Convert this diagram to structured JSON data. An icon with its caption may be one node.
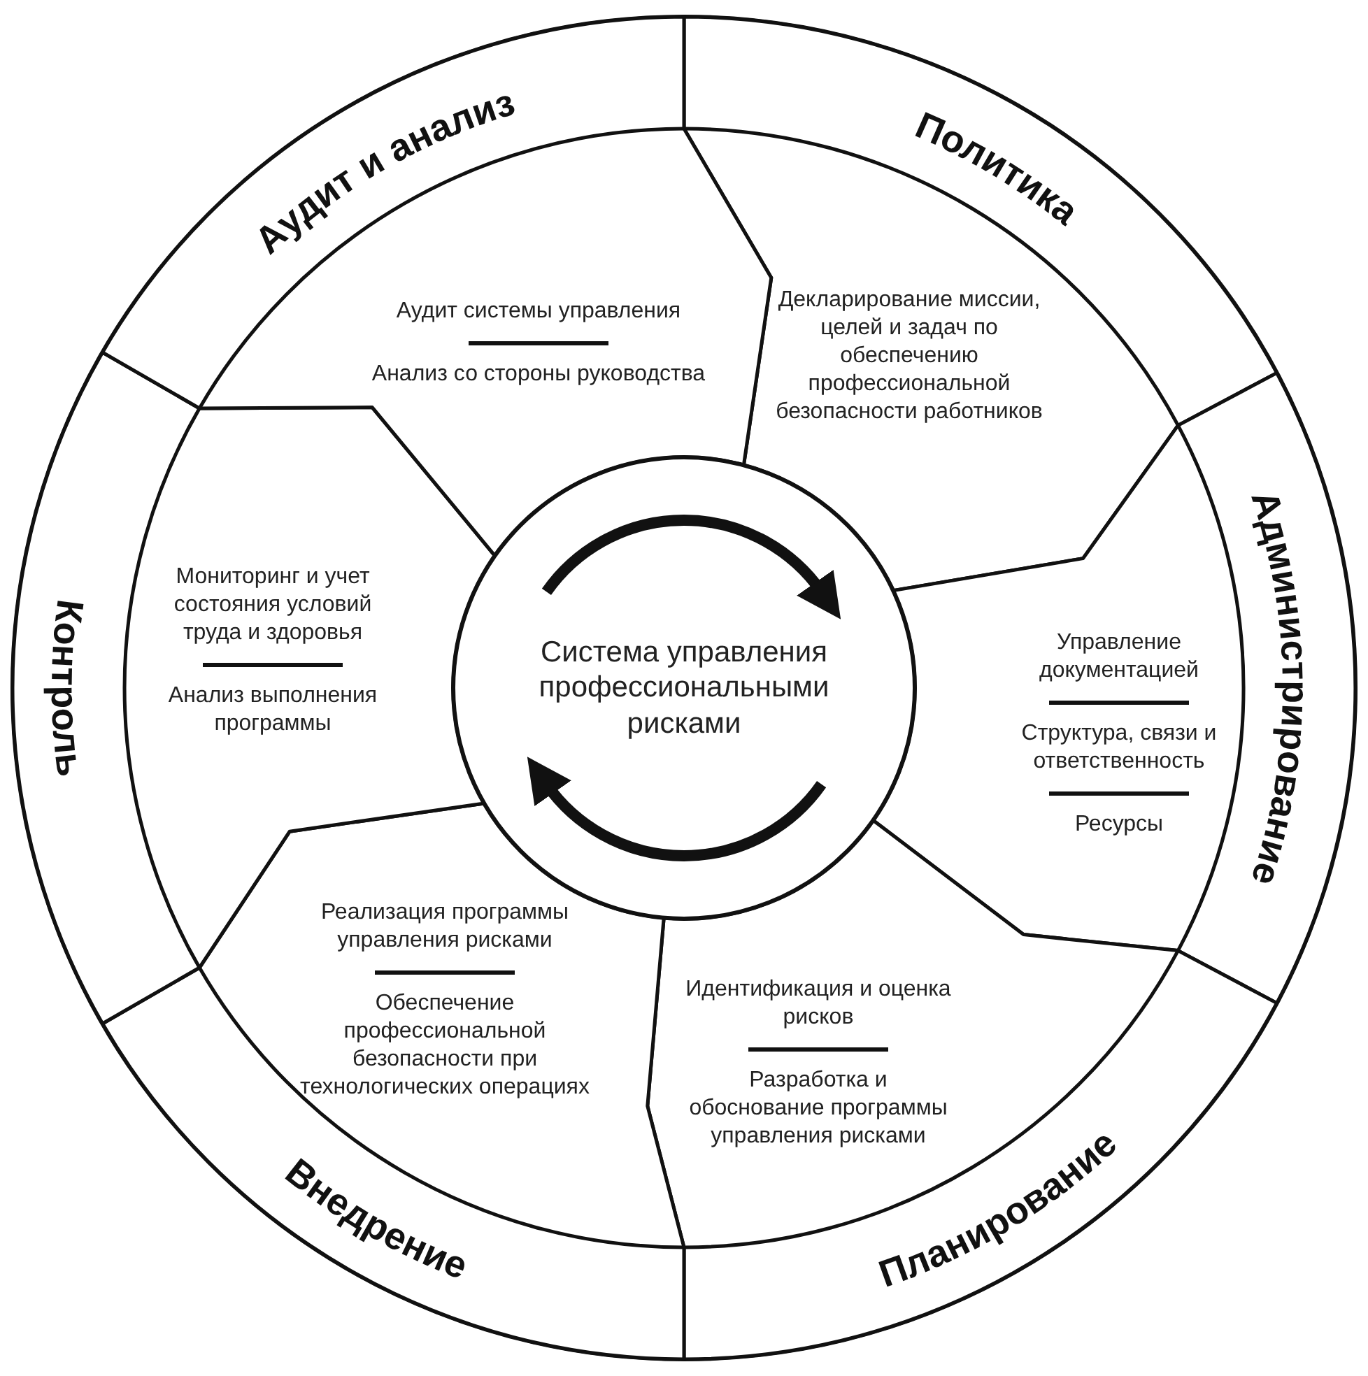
{
  "diagram": {
    "nodes": [
      {
        "text": [
          "Система управления профессиональными рисками"
        ]
      },
      {
        "text": [
          "Политика",
          "Декларирование миссии, целей и задач по обеспечению профессиональной безопасности работников"
        ]
      },
      {
        "text": [
          "Администрирование",
          "Управление документацией",
          "Структура, связи и ответственность",
          "Ресурсы"
        ]
      },
      {
        "text": [
          "Идентификация и оценка рисков",
          "Разработка и обоснование программы управления рисками",
          "Планирование"
        ]
      },
      {
        "text": [
          "Реализация программы управления рисками",
          "Обеспечение профессиональной безопасности при технологических операциях",
          "Внедрение"
        ]
      },
      {
        "text": [
          "Контроль",
          "Мониторинг и учет состояния условий труда и здоровья",
          "Анализ выполнения программы"
        ]
      },
      {
        "text": [
          "Аудит и анализ",
          "Аудит системы управления",
          "Анализ со стороны руководства"
        ]
      }
    ]
  }
}
